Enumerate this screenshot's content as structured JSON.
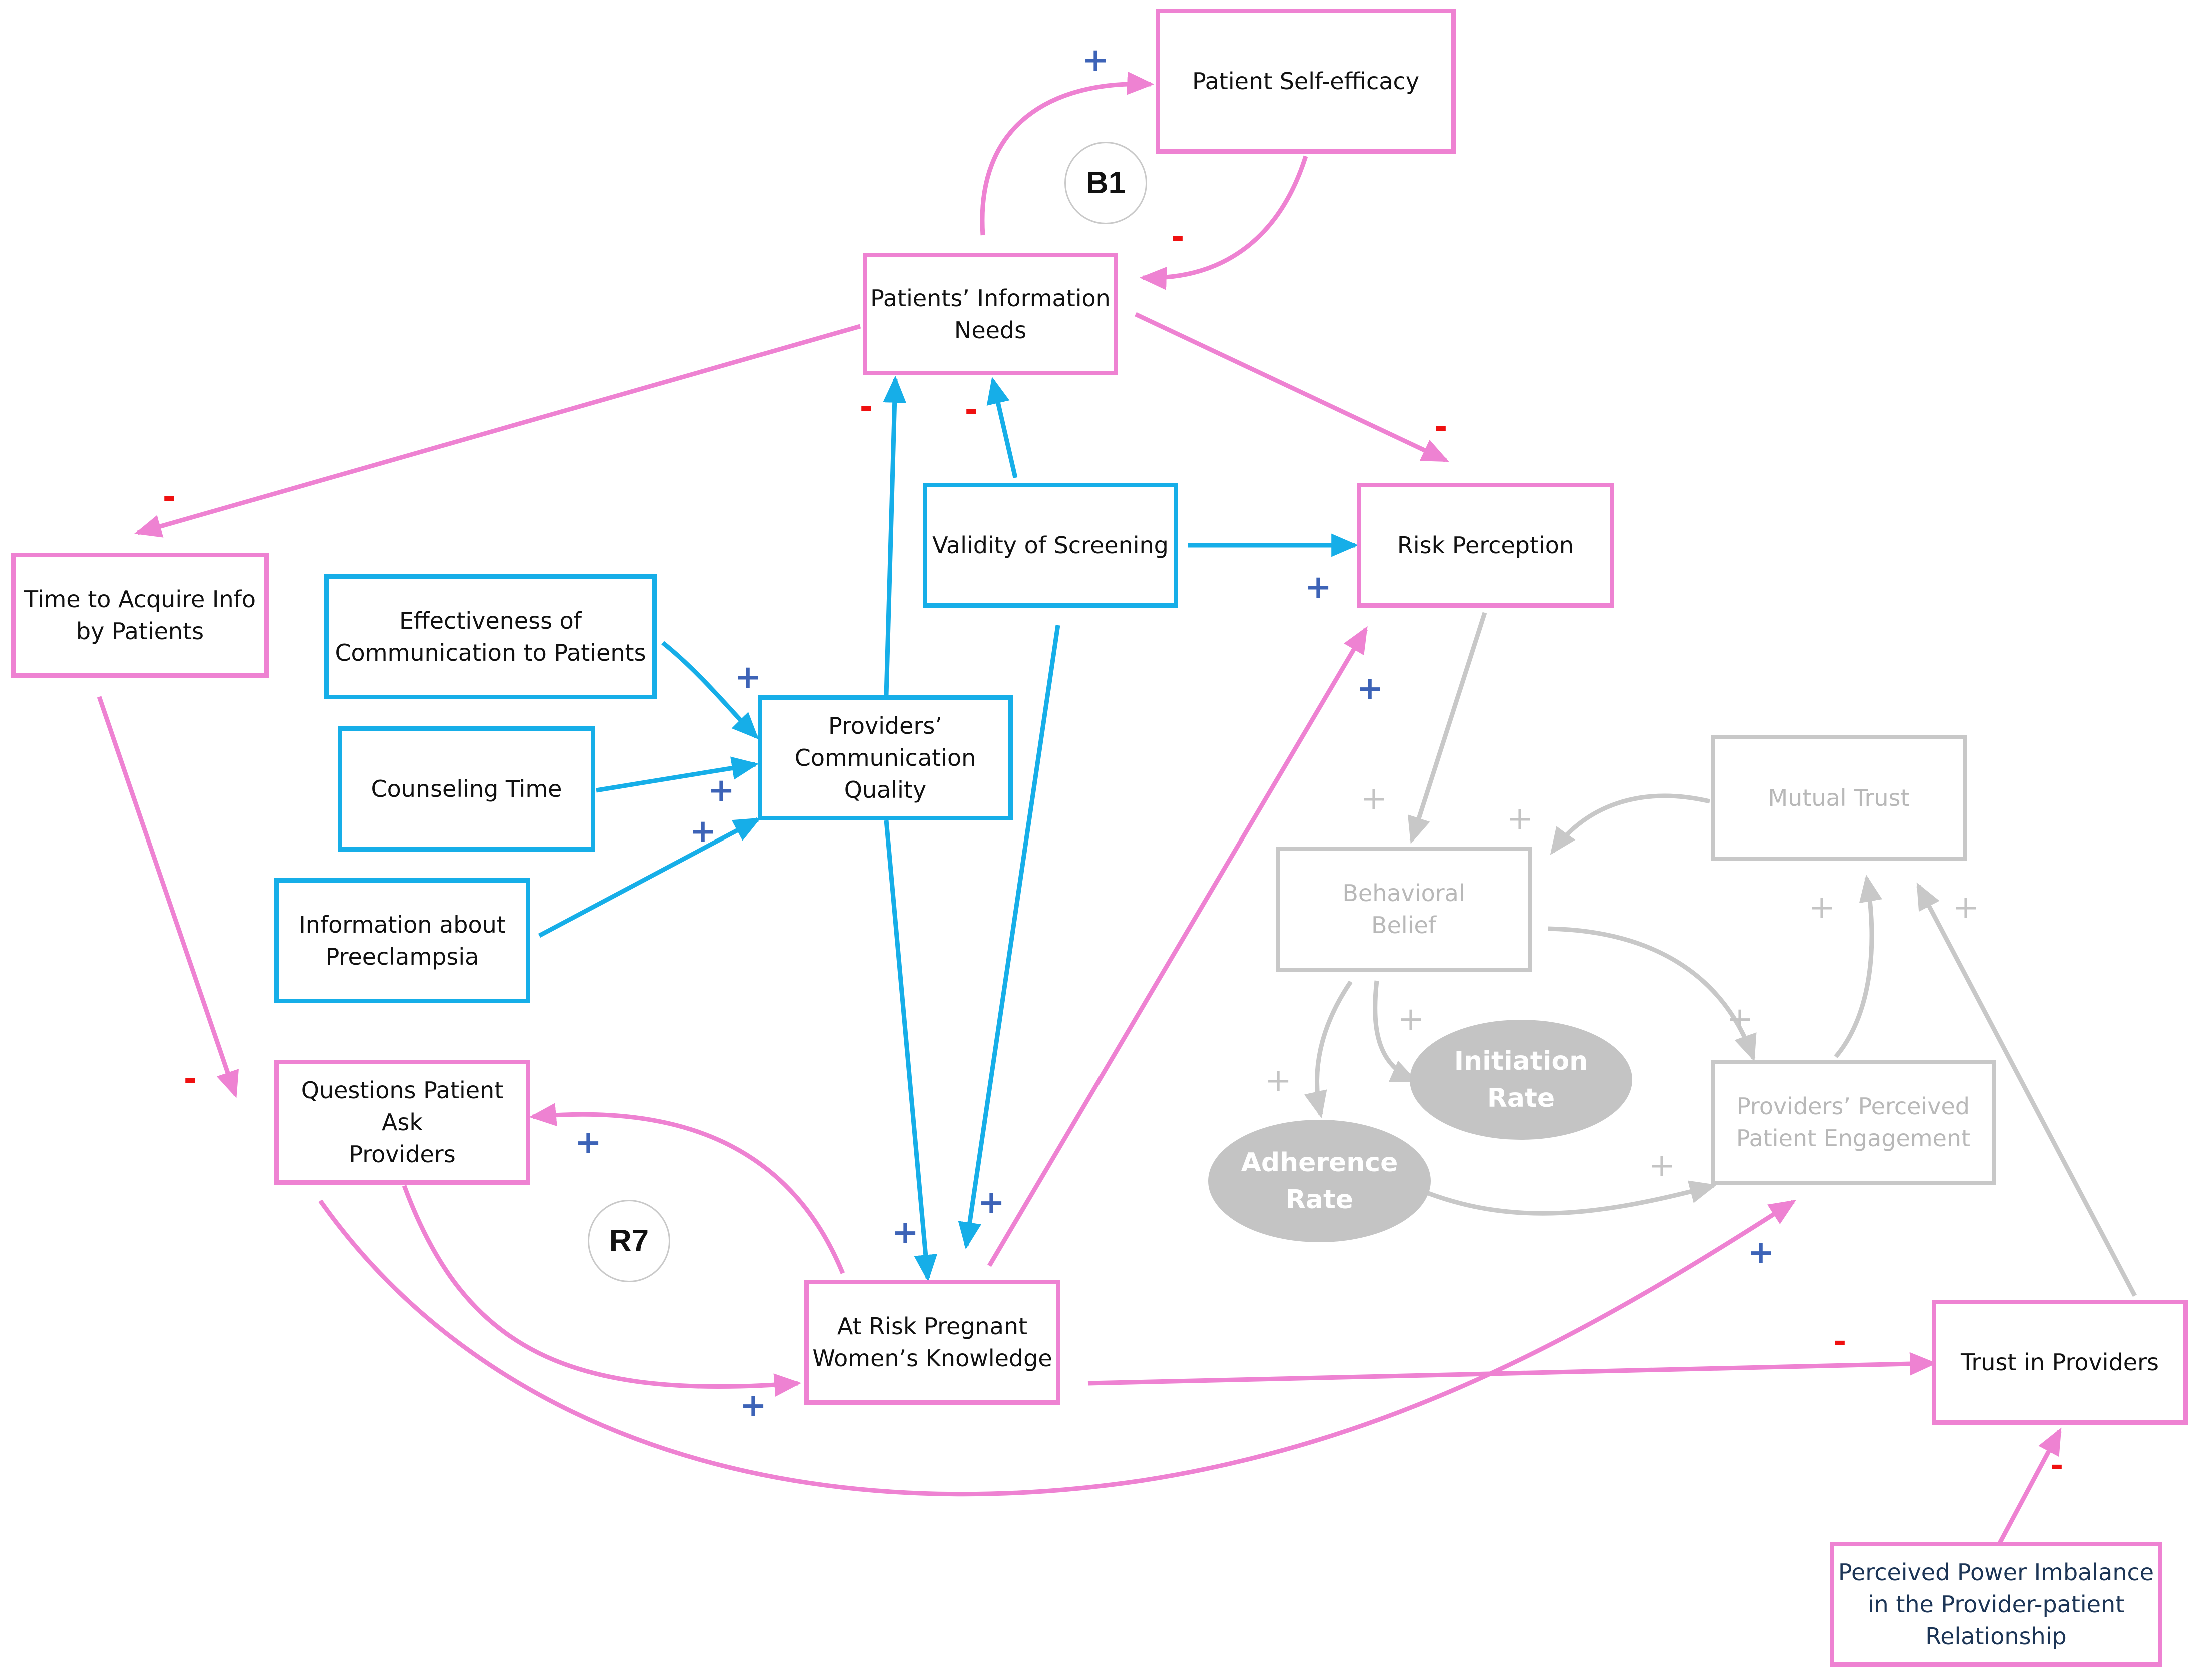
{
  "colors": {
    "pink": "#ee82d2",
    "blue": "#16aee8",
    "gray": "#c8c8c8",
    "plus": "#3d63b7",
    "minus": "#ef1010"
  },
  "nodes": {
    "patient_self_efficacy": "Patient Self-efficacy",
    "patients_information_needs": "Patients’ Information\nNeeds",
    "time_to_acquire_info": "Time to Acquire Info\nby Patients",
    "effectiveness_of_communication": "Effectiveness of\nCommunication to Patients",
    "counseling_time": "Counseling Time",
    "information_about_preeclampsia": "Information about\nPreeclampsia",
    "providers_communication_quality": "Providers’\nCommunication\nQuality",
    "validity_of_screening": "Validity of Screening",
    "risk_perception": "Risk Perception",
    "questions_patient_ask": "Questions Patient Ask\nProviders",
    "at_risk_knowledge": "At Risk Pregnant\nWomen’s Knowledge",
    "behavioral_belief": "Behavioral\nBelief",
    "mutual_trust": "Mutual Trust",
    "providers_perceived_engagement": "Providers’ Perceived\nPatient Engagement",
    "initiation_rate": "Initiation\nRate",
    "adherence_rate": "Adherence\nRate",
    "trust_in_providers": "Trust in Providers",
    "perceived_power_imbalance": "Perceived Power Imbalance\nin the Provider-patient\nRelationship"
  },
  "loops": {
    "b1": "B1",
    "r7": "R7"
  },
  "symbols": {
    "plus": "+",
    "minus": "-"
  }
}
